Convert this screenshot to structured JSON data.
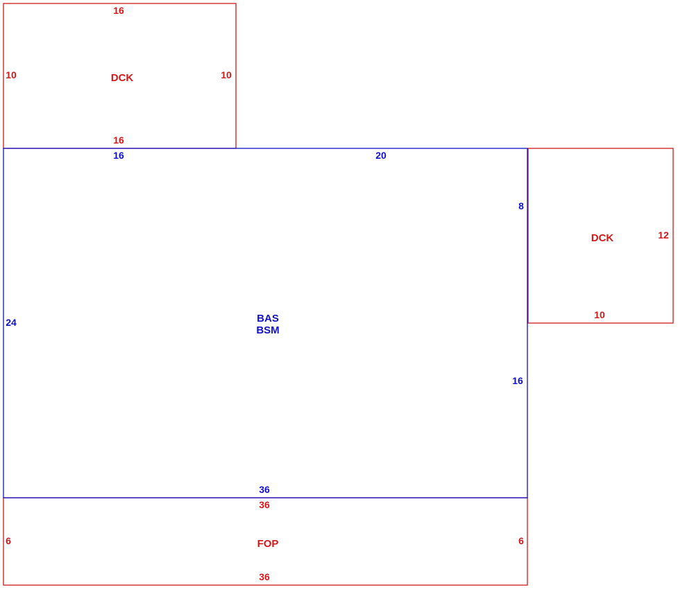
{
  "colors": {
    "main": "#1010c8",
    "additions": "#d01818",
    "background": "#ffffff"
  },
  "deck_top": {
    "code": "DCK",
    "dim_top": "16",
    "dim_bottom": "16",
    "dim_left": "10",
    "dim_right": "10"
  },
  "basement": {
    "code1": "BAS",
    "code2": "BSM",
    "dim_top_left": "16",
    "dim_top_right": "20",
    "dim_left": "24",
    "dim_right_upper": "8",
    "dim_right_lower": "16",
    "dim_bottom": "36"
  },
  "deck_right": {
    "code": "DCK",
    "dim_right": "12",
    "dim_bottom": "10"
  },
  "porch": {
    "code": "FOP",
    "dim_top": "36",
    "dim_bottom": "36",
    "dim_left": "6",
    "dim_right": "6"
  }
}
